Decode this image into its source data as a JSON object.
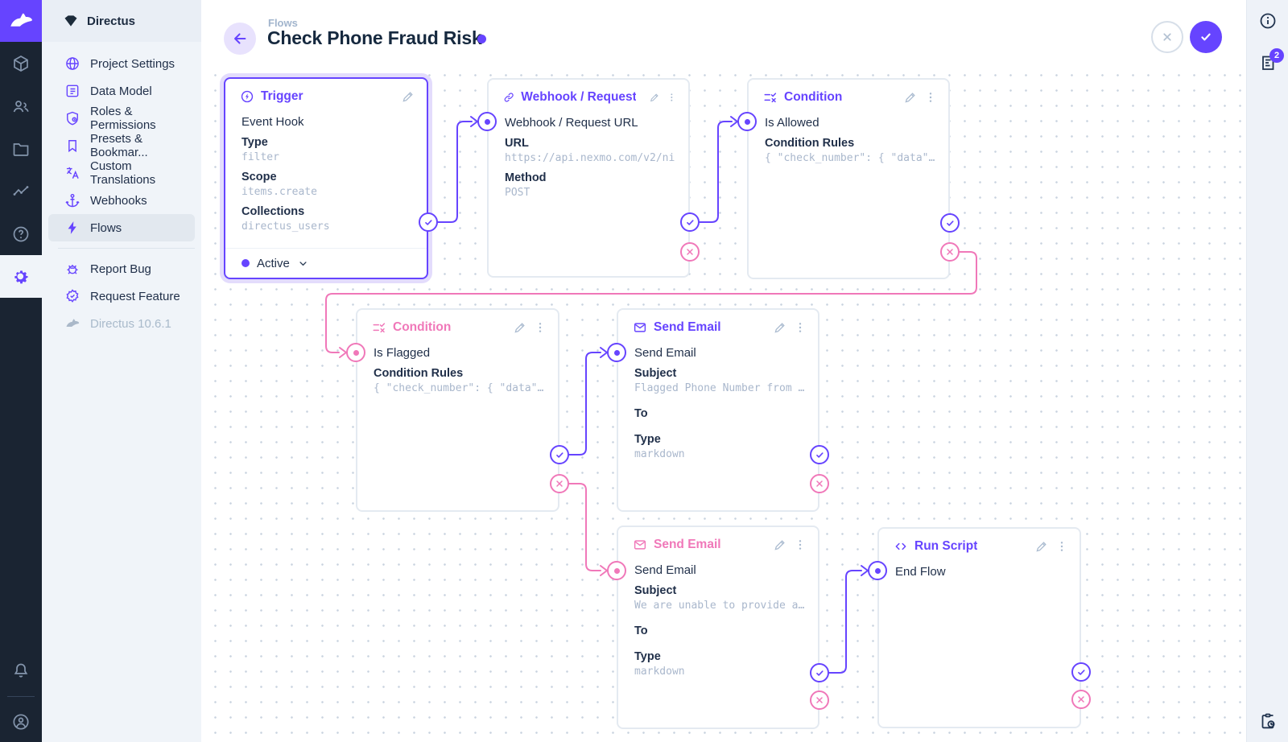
{
  "app": {
    "brand": "Directus"
  },
  "module_bar": {
    "icons": [
      "directus-logo",
      "content-module",
      "users-module",
      "files-module",
      "insights-module",
      "help-module",
      "settings-module",
      "notifications-bell",
      "user-avatar"
    ]
  },
  "sidebar": {
    "project_name": "Directus",
    "items": [
      {
        "label": "Project Settings",
        "icon": "globe-icon"
      },
      {
        "label": "Data Model",
        "icon": "data-model-icon"
      },
      {
        "label": "Roles & Permissions",
        "icon": "shield-icon"
      },
      {
        "label": "Presets & Bookmar...",
        "icon": "bookmark-icon"
      },
      {
        "label": "Custom Translations",
        "icon": "translate-icon"
      },
      {
        "label": "Webhooks",
        "icon": "anchor-icon"
      },
      {
        "label": "Flows",
        "icon": "bolt-icon",
        "active": true
      }
    ],
    "footer_items": [
      {
        "label": "Report Bug",
        "icon": "bug-icon"
      },
      {
        "label": "Request Feature",
        "icon": "feature-icon"
      }
    ],
    "version": "Directus 10.6.1"
  },
  "header": {
    "breadcrumb": "Flows",
    "title": "Check Phone Fraud Risk",
    "unsaved_indicator": true
  },
  "activity_bar": {
    "badge_count": "2"
  },
  "colors": {
    "accent": "#6644ff",
    "pink": "#f078b9",
    "border": "#e4eaf1"
  },
  "flow": {
    "panels": [
      {
        "kind": "trigger",
        "title": "Trigger",
        "name": "Event Hook",
        "status": "Active",
        "fields": [
          {
            "label": "Type",
            "value": "filter"
          },
          {
            "label": "Scope",
            "value": "items.create"
          },
          {
            "label": "Collections",
            "value": "directus_users"
          }
        ]
      },
      {
        "kind": "operation",
        "title": "Webhook / Request URL",
        "name": "Webhook / Request URL",
        "fields": [
          {
            "label": "URL",
            "value": "https://api.nexmo.com/v2/ni"
          },
          {
            "label": "Method",
            "value": "POST"
          }
        ]
      },
      {
        "kind": "operation",
        "title": "Condition",
        "name": "Is Allowed",
        "fields": [
          {
            "label": "Condition Rules",
            "value": "{ \"check_number\": { \"data\"…"
          }
        ]
      },
      {
        "kind": "operation",
        "title": "Condition",
        "name": "Is Flagged",
        "tone": "pink",
        "fields": [
          {
            "label": "Condition Rules",
            "value": "{ \"check_number\": { \"data\"…"
          }
        ]
      },
      {
        "kind": "operation",
        "title": "Send Email",
        "name": "Send Email",
        "fields": [
          {
            "label": "Subject",
            "value": "Flagged Phone Number from …"
          },
          {
            "label": "To",
            "value": ""
          },
          {
            "label": "Type",
            "value": "markdown"
          }
        ]
      },
      {
        "kind": "operation",
        "title": "Send Email",
        "name": "Send Email",
        "tone": "pink",
        "fields": [
          {
            "label": "Subject",
            "value": "We are unable to provide a…"
          },
          {
            "label": "To",
            "value": ""
          },
          {
            "label": "Type",
            "value": "markdown"
          }
        ]
      },
      {
        "kind": "operation",
        "title": "Run Script",
        "name": "End Flow",
        "fields": []
      }
    ]
  }
}
